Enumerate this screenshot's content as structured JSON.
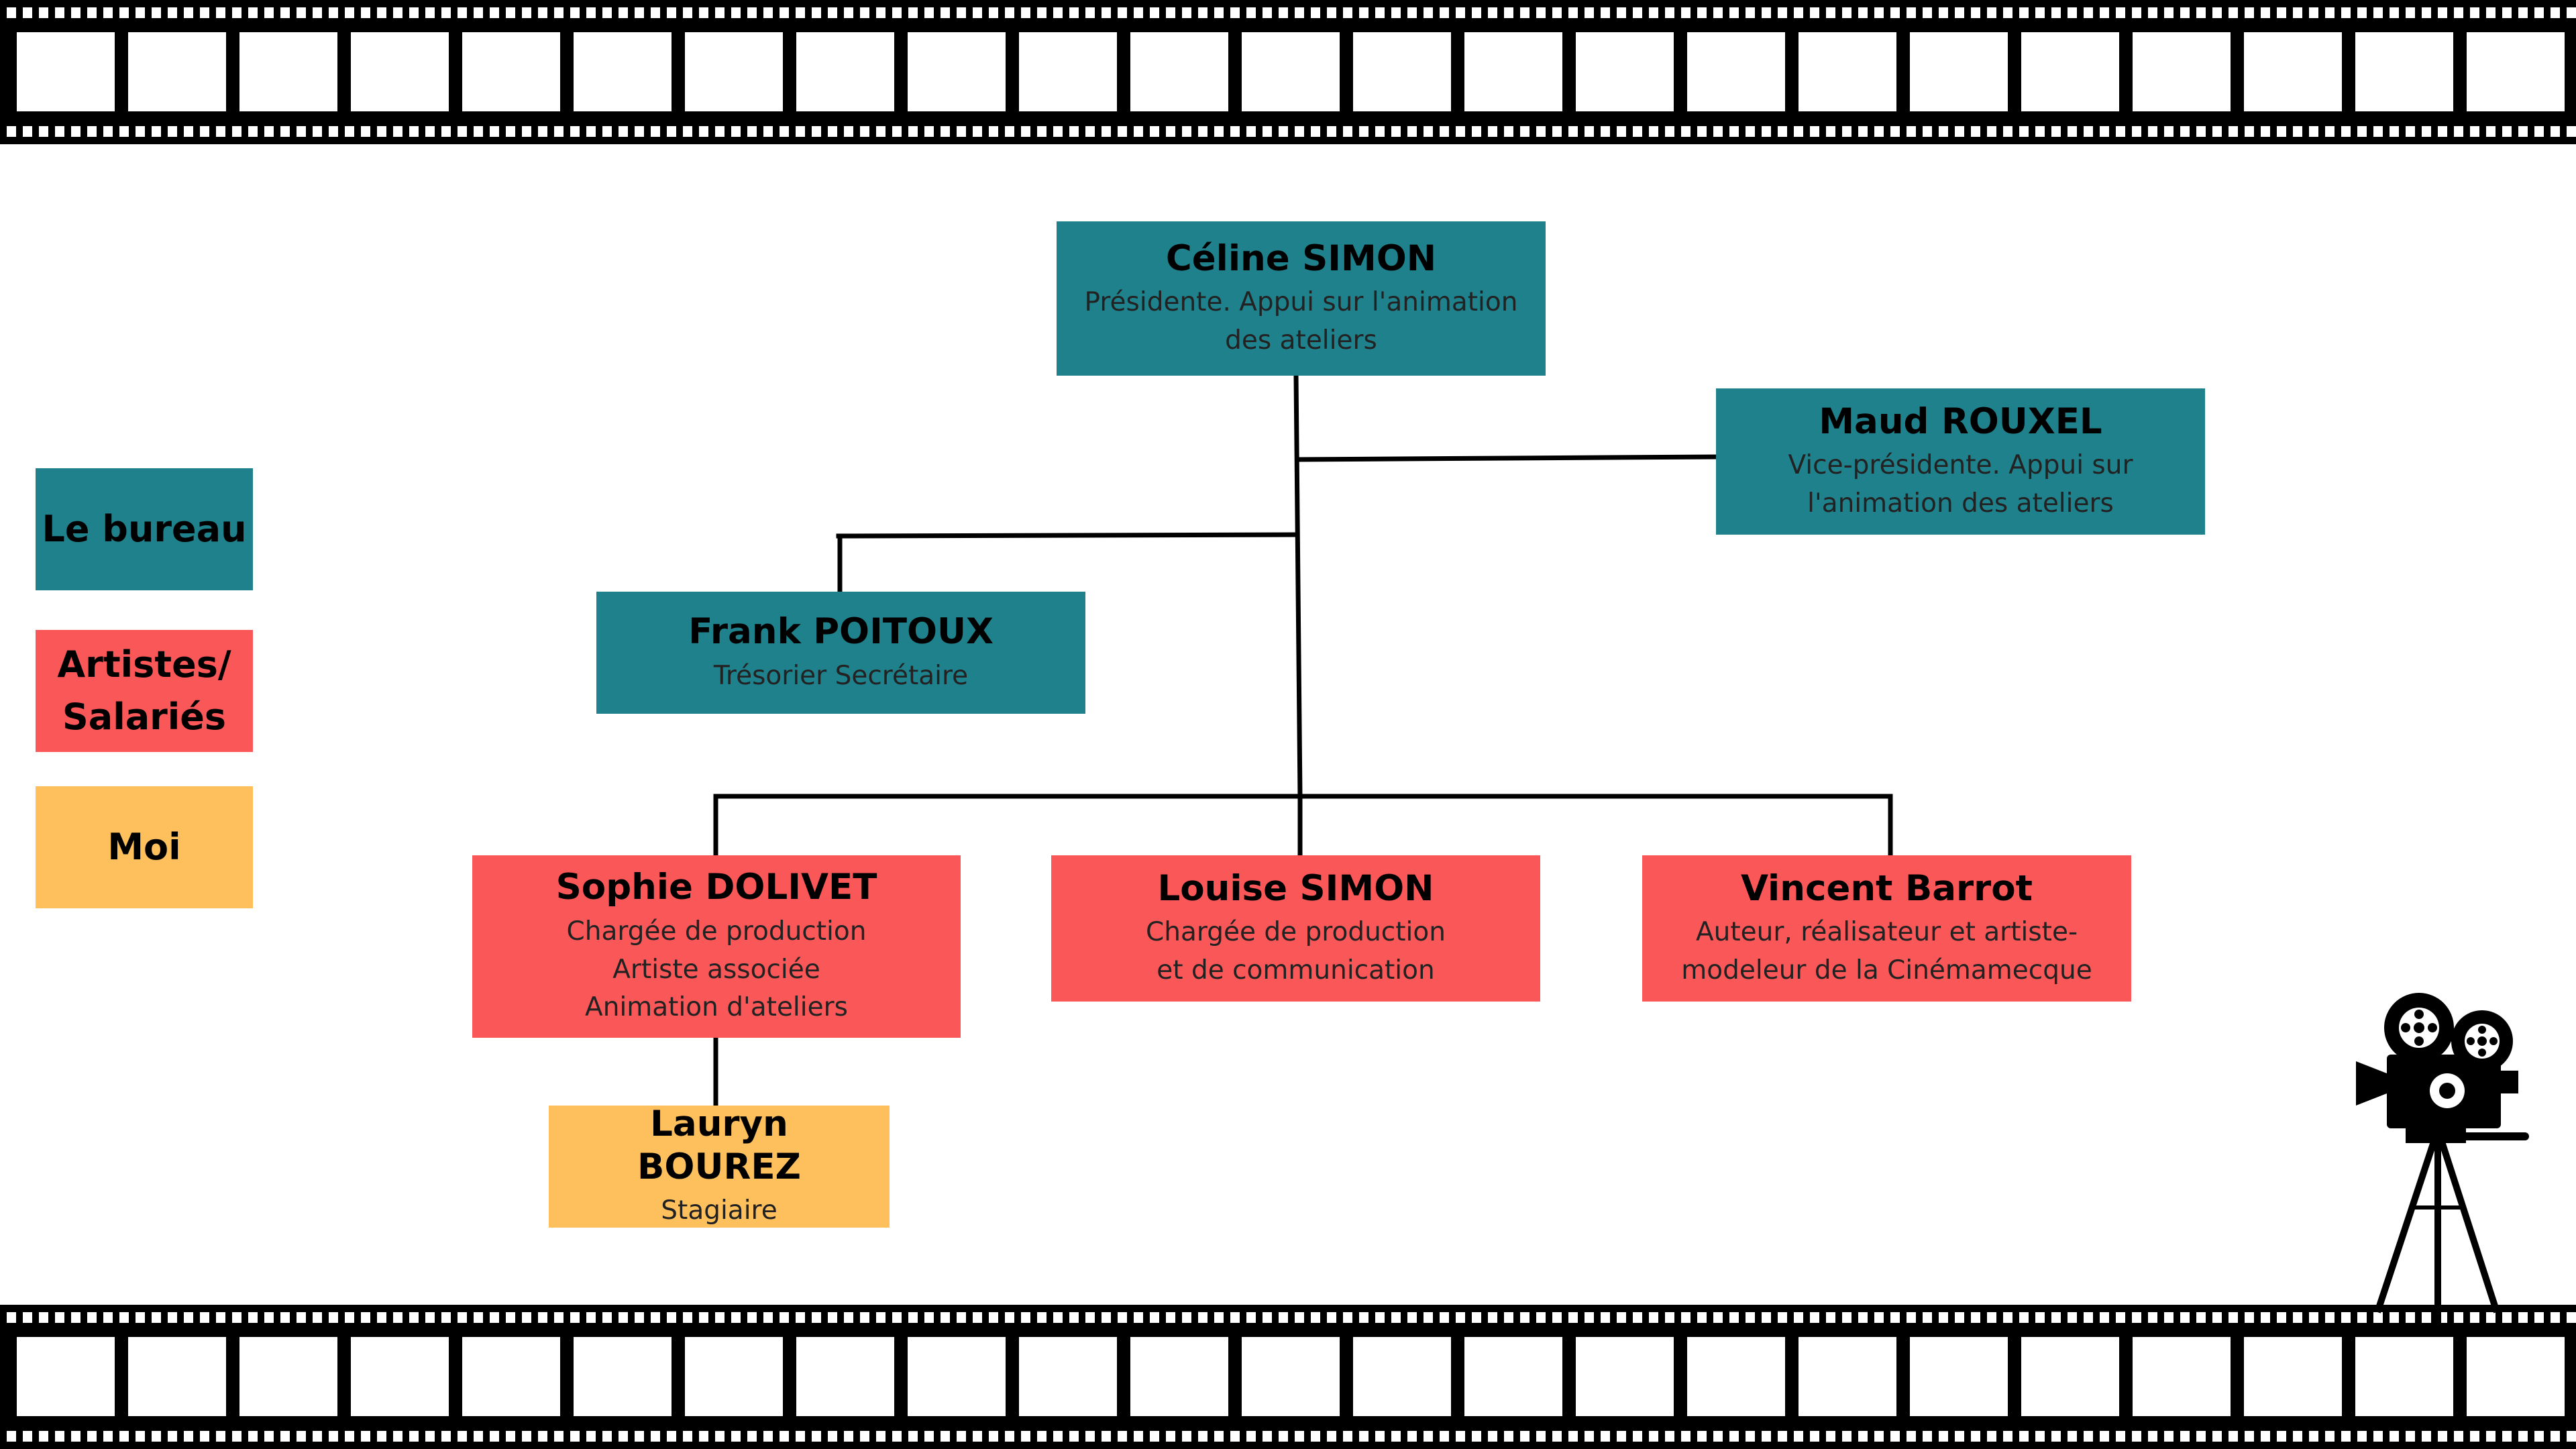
{
  "colors": {
    "bureau": "#1f818c",
    "artistes": "#fa5758",
    "moi": "#fec05c",
    "film": "#000000"
  },
  "legend": [
    {
      "key": "bureau",
      "label": "Le bureau"
    },
    {
      "key": "artistes",
      "label": "Artistes/\nSalariés"
    },
    {
      "key": "moi",
      "label": "Moi"
    }
  ],
  "nodes": {
    "celine": {
      "name": "Céline SIMON",
      "desc": "Présidente.  Appui sur l'animation\ndes ateliers",
      "group": "bureau"
    },
    "maud": {
      "name": "Maud ROUXEL",
      "desc": "Vice-présidente. Appui sur\nl'animation des ateliers",
      "group": "bureau"
    },
    "frank": {
      "name": "Frank POITOUX",
      "desc": "Trésorier Secrétaire",
      "group": "bureau"
    },
    "sophie": {
      "name": "Sophie DOLIVET",
      "desc": "Chargée de production\nArtiste associée\nAnimation d'ateliers",
      "group": "artistes"
    },
    "louise": {
      "name": "Louise SIMON",
      "desc": "Chargée de production\net de communication",
      "group": "artistes"
    },
    "vincent": {
      "name": "Vincent Barrot",
      "desc": "Auteur, réalisateur et artiste-\nmodeleur de la Cinémamecque",
      "group": "artistes"
    },
    "lauryn": {
      "name": "Lauryn BOUREZ",
      "desc": "Stagiaire",
      "group": "moi"
    }
  },
  "edges": [
    [
      "celine",
      "maud"
    ],
    [
      "celine",
      "frank"
    ],
    [
      "celine",
      "sophie"
    ],
    [
      "celine",
      "louise"
    ],
    [
      "celine",
      "vincent"
    ],
    [
      "sophie",
      "lauryn"
    ]
  ],
  "decorations": {
    "top_strip": "film-strip",
    "bottom_strip": "film-strip",
    "corner_icon": "movie-camera-icon"
  }
}
